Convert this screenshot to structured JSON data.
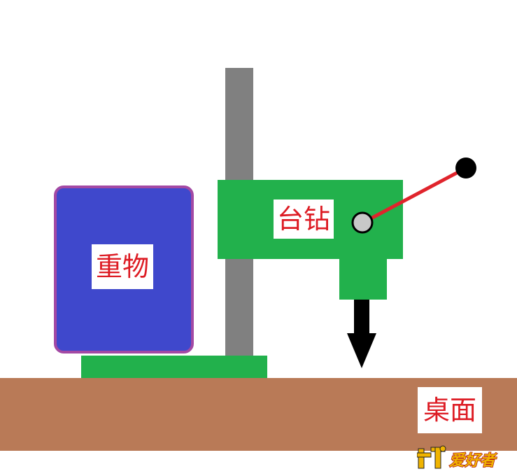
{
  "labels": {
    "weight": "重物",
    "drill": "台钻",
    "desk": "桌面"
  },
  "logo": {
    "text": "爱好者"
  },
  "colors": {
    "machine_green": "#22b14c",
    "column_gray": "#808080",
    "desk_brown": "#b97a57",
    "weight_blue": "#3f48cc",
    "weight_border": "#a349a4",
    "label_red": "#dd1c24",
    "lever_red": "#e0242c"
  },
  "icons": {
    "arrow": "down-arrow-icon",
    "pivot": "pivot-circle-icon",
    "knob": "lever-knob-icon",
    "logo": "brand-logo-icon"
  }
}
